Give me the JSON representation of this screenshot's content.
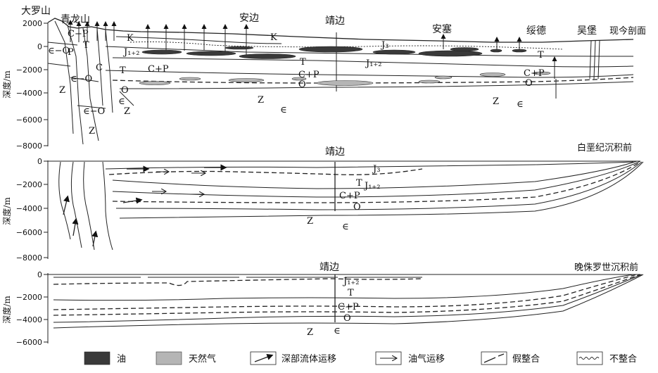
{
  "panels": [
    {
      "title": "现今剖面",
      "y_label": "深度/m",
      "y_ticks": [
        "2000",
        "0",
        "−2000",
        "−4000",
        "−6000",
        "−8000"
      ],
      "places": [
        "大罗山",
        "青龙山",
        "安边",
        "靖边",
        "安塞",
        "绥德",
        "吴堡"
      ],
      "strata": [
        "K",
        "J₁₊₂",
        "J₃",
        "T",
        "C+P",
        "O",
        "Z",
        "∈",
        "∈−O",
        "C−P",
        "P",
        "C"
      ]
    },
    {
      "title": "白垩纪沉积前",
      "y_label": "深度/m",
      "y_ticks": [
        "0",
        "−2000",
        "−4000",
        "−6000",
        "−8000"
      ],
      "places": [
        "靖边"
      ],
      "strata": [
        "J₃",
        "T",
        "J₁₊₂",
        "C+P",
        "O",
        "Z",
        "∈"
      ]
    },
    {
      "title": "晚侏罗世沉积前",
      "y_label": "深度/m",
      "y_ticks": [
        "0",
        "−2000",
        "−4000",
        "−6000"
      ],
      "places": [
        "靖边"
      ],
      "strata": [
        "J₁₊₂",
        "T",
        "C+P",
        "O",
        "Z",
        "∈"
      ]
    }
  ],
  "legend": [
    {
      "label": "油",
      "icon": "oil-swatch",
      "color": "#3a3a3a"
    },
    {
      "label": "天然气",
      "icon": "gas-swatch",
      "color": "#b5b5b5"
    },
    {
      "label": "深部流体运移",
      "icon": "deep-fluid-arrow-icon"
    },
    {
      "label": "油气运移",
      "icon": "hydrocarbon-migration-arrow-icon"
    },
    {
      "label": "假整合",
      "icon": "disconformity-icon"
    },
    {
      "label": "不整合",
      "icon": "unconformity-icon"
    }
  ]
}
